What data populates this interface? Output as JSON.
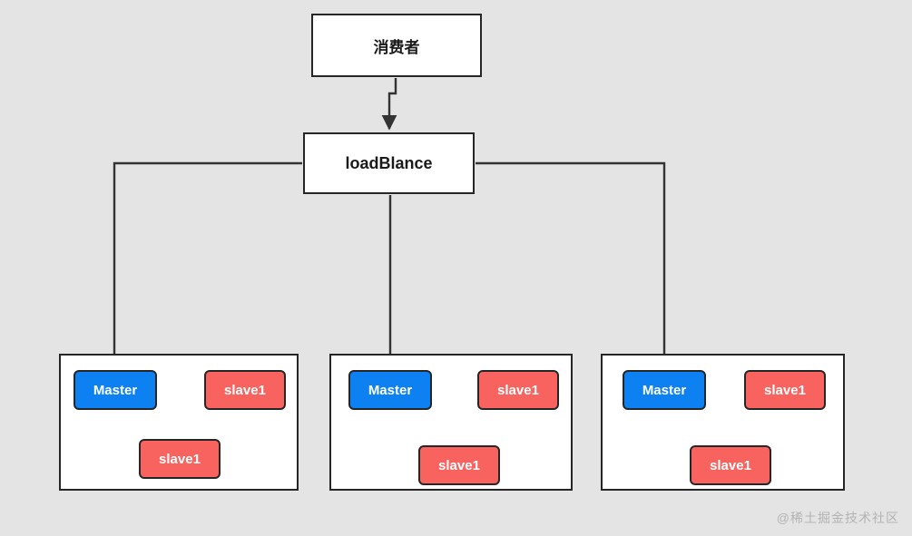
{
  "diagram": {
    "background_color": "#e4e4e4",
    "line_color": "#333333",
    "consumer": {
      "label": "消费者"
    },
    "load_balancer": {
      "label": "loadBlance"
    },
    "clusters": [
      {
        "id": "cluster-1",
        "master": {
          "label": "Master"
        },
        "slave_right": {
          "label": "slave1"
        },
        "slave_bottom": {
          "label": "slave1"
        },
        "edges": [
          {
            "from": "slave_right",
            "to": "master",
            "direction": "left"
          },
          {
            "from": "master",
            "to": "slave_bottom",
            "direction": "down-right"
          },
          {
            "from": "slave_bottom",
            "to": "slave_right",
            "direction": "up-right"
          }
        ]
      },
      {
        "id": "cluster-2",
        "master": {
          "label": "Master"
        },
        "slave_right": {
          "label": "slave1"
        },
        "slave_bottom": {
          "label": "slave1"
        },
        "edges": [
          {
            "from": "slave_right",
            "to": "master",
            "direction": "left"
          },
          {
            "from": "master",
            "to": "slave_bottom",
            "direction": "down-right"
          },
          {
            "from": "slave_right",
            "to": "slave_bottom",
            "direction": "down-left"
          }
        ]
      },
      {
        "id": "cluster-3",
        "master": {
          "label": "Master"
        },
        "slave_right": {
          "label": "slave1"
        },
        "slave_bottom": {
          "label": "slave1"
        },
        "edges": [
          {
            "from": "slave_right",
            "to": "master",
            "direction": "left"
          },
          {
            "from": "master",
            "to": "slave_bottom",
            "direction": "down-right"
          },
          {
            "from": "slave_right",
            "to": "slave_bottom",
            "direction": "down-left"
          }
        ]
      }
    ],
    "colors": {
      "master_fill": "#0d80f2",
      "slave_fill": "#f9635f",
      "box_stroke": "#262626",
      "box_fill": "#ffffff"
    },
    "watermark": {
      "text": "@稀土掘金技术社区"
    }
  }
}
